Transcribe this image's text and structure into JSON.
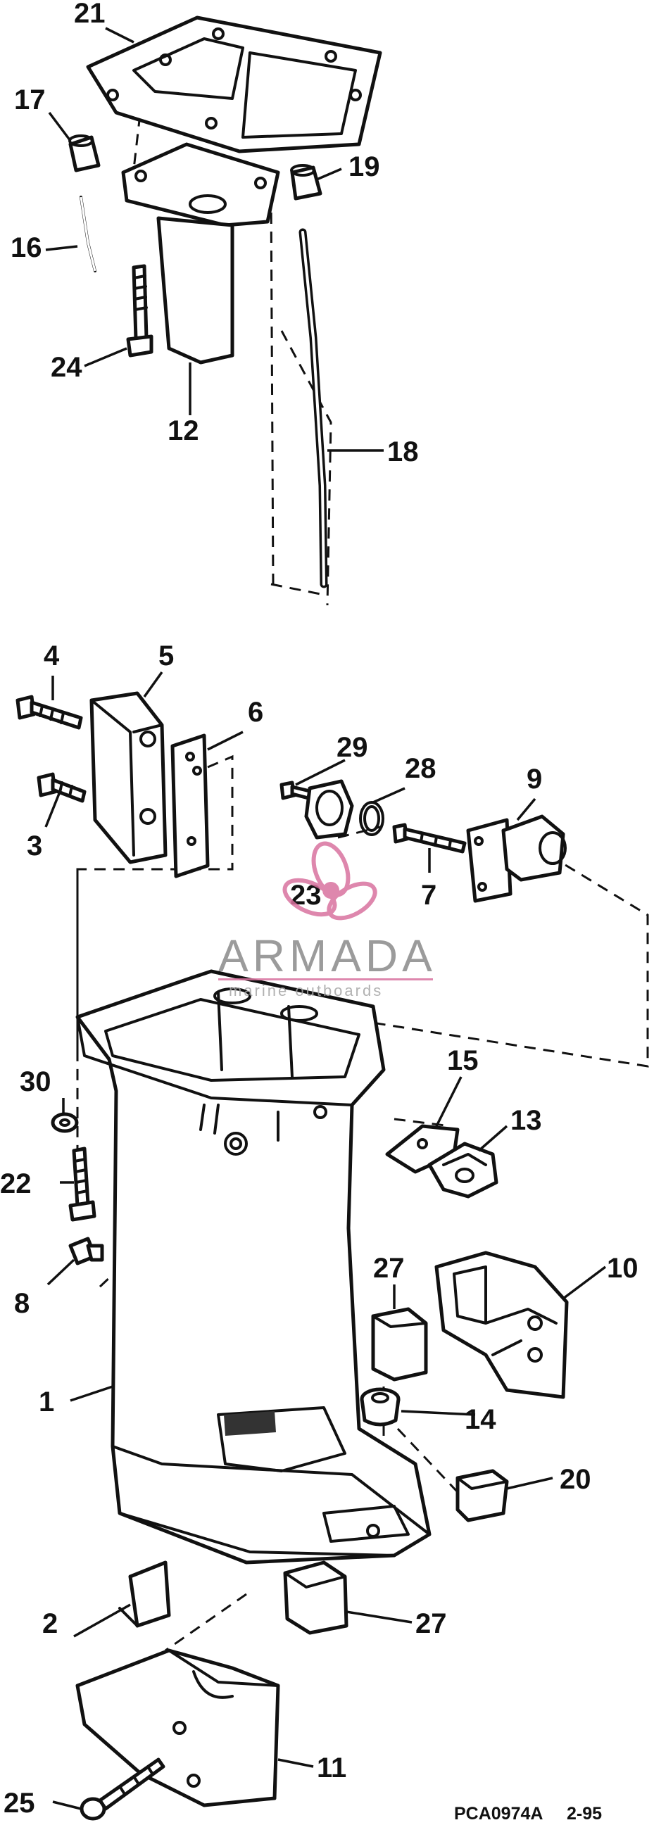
{
  "diagram": {
    "part_numbers": [
      "1",
      "2",
      "3",
      "4",
      "5",
      "6",
      "7",
      "8",
      "9",
      "10",
      "11",
      "12",
      "13",
      "14",
      "15",
      "16",
      "17",
      "18",
      "19",
      "20",
      "21",
      "22",
      "23",
      "24",
      "25",
      "27",
      "27",
      "28",
      "29",
      "30"
    ],
    "drawing_code": "PCA0974A",
    "drawing_date": "2-95"
  },
  "watermark": {
    "brand": "ARMADA",
    "tagline": "marine outboards",
    "accent_color": "#d9739f"
  }
}
